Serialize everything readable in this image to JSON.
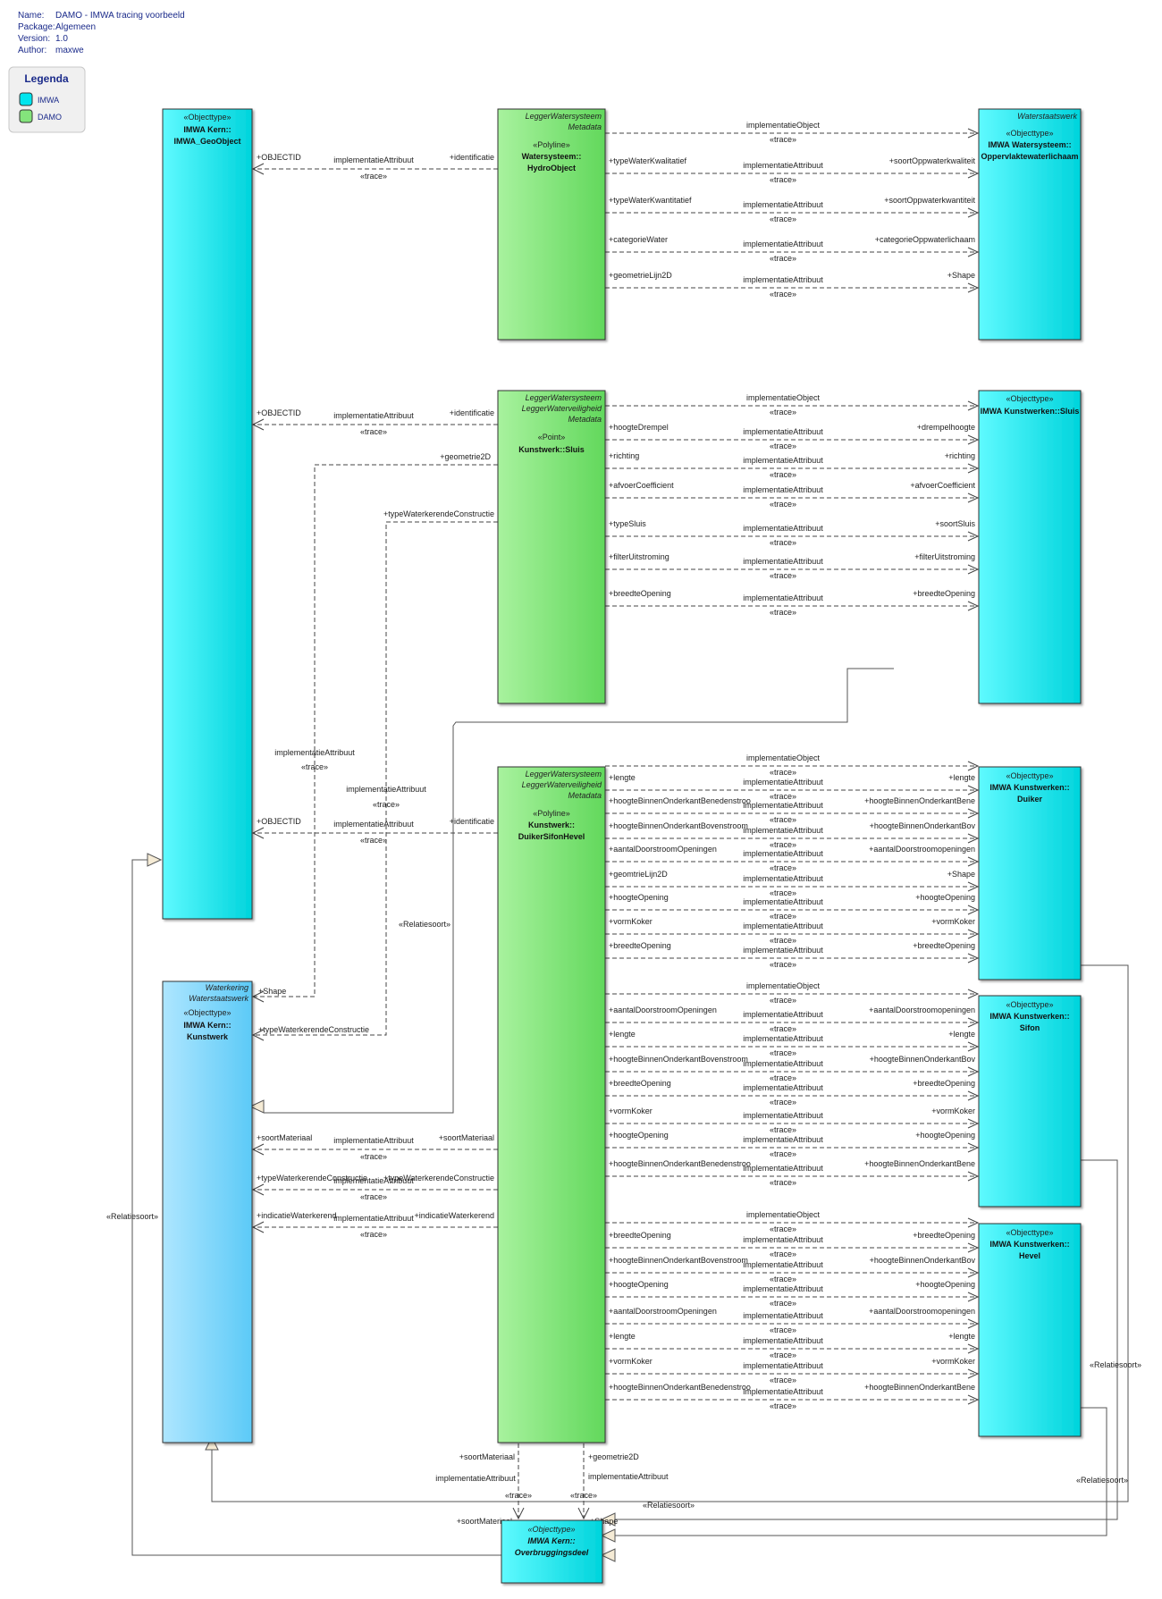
{
  "header": {
    "rows": [
      {
        "key": "Name:",
        "value": "DAMO - IMWA tracing voorbeeld"
      },
      {
        "key": "Package:",
        "value": "Algemeen"
      },
      {
        "key": "Version:",
        "value": "1.0"
      },
      {
        "key": "Author:",
        "value": "maxwe"
      }
    ]
  },
  "legend": {
    "title": "Legenda",
    "items": [
      {
        "label": "IMWA",
        "color": "#00e5ee"
      },
      {
        "label": "DAMO",
        "color": "#84e47c"
      }
    ]
  },
  "colors": {
    "imwa": "#00e5ee",
    "damo": "#84e47c",
    "kunstwerk": "#7fd3ff",
    "line": "#333333"
  },
  "classes": {
    "geoobject": {
      "stereo": "«Objecttype»",
      "name1": "IMWA Kern::",
      "name2": "IMWA_GeoObject"
    },
    "kunstwerk": {
      "tags": [
        "Waterkering",
        "Waterstaatswerk"
      ],
      "stereo": "«Objecttype»",
      "name1": "IMWA Kern::",
      "name2": "Kunstwerk"
    },
    "hydro": {
      "tags": [
        "LeggerWatersysteem",
        "Metadata"
      ],
      "stereo": "«Polyline»",
      "name1": "Watersysteem::",
      "name2": "HydroObject"
    },
    "sluis_damo": {
      "tags": [
        "LeggerWatersysteem",
        "LeggerWaterveiligheid",
        "Metadata"
      ],
      "stereo": "«Point»",
      "name1": "Kunstwerk::Sluis",
      "name2": ""
    },
    "duikerhevel": {
      "tags": [
        "LeggerWatersysteem",
        "LeggerWaterveiligheid",
        "Metadata"
      ],
      "stereo": "«Polyline»",
      "name1": "Kunstwerk::",
      "name2": "DuikerSifonHevel"
    },
    "owl": {
      "tags": [
        "Waterstaatswerk"
      ],
      "stereo": "«Objecttype»",
      "name1": "IMWA Watersysteem::",
      "name2": "Oppervlaktewaterlichaam"
    },
    "sluis_imwa": {
      "stereo": "«Objecttype»",
      "name1": "IMWA Kunstwerken::Sluis",
      "name2": ""
    },
    "duiker": {
      "stereo": "«Objecttype»",
      "name1": "IMWA Kunstwerken::",
      "name2": "Duiker"
    },
    "sifon": {
      "stereo": "«Objecttype»",
      "name1": "IMWA Kunstwerken::",
      "name2": "Sifon"
    },
    "hevel": {
      "stereo": "«Objecttype»",
      "name1": "IMWA Kunstwerken::",
      "name2": "Hevel"
    },
    "overbrugging": {
      "stereo": "«Objecttype»",
      "name1": "IMWA Kern::",
      "name2": "Overbruggingsdeel"
    }
  },
  "common": {
    "impl_object": "implementatieObject",
    "impl_attr": "implementatieAttribuut",
    "trace": "«trace»",
    "relatiesoort": "«Relatiesoort»"
  },
  "links": {
    "hydro_right": [
      {
        "src": "",
        "tgt": ""
      },
      {
        "src": "+typeWaterKwalitatief",
        "tgt": "+soortOppwaterkwaliteit"
      },
      {
        "src": "+typeWaterKwantitatief",
        "tgt": "+soortOppwaterkwantiteit"
      },
      {
        "src": "+categorieWater",
        "tgt": "+categorieOppwaterlichaam"
      },
      {
        "src": "+geometrieLijn2D",
        "tgt": "+Shape"
      }
    ],
    "sluis_right": [
      {
        "src": "",
        "tgt": ""
      },
      {
        "src": "+hoogteDrempel",
        "tgt": "+drempelhoogte"
      },
      {
        "src": "+richting",
        "tgt": "+richting"
      },
      {
        "src": "+afvoerCoefficient",
        "tgt": "+afvoerCoefficient"
      },
      {
        "src": "+typeSluis",
        "tgt": "+soortSluis"
      },
      {
        "src": "+filterUitstroming",
        "tgt": "+filterUitstroming"
      },
      {
        "src": "+breedteOpening",
        "tgt": "+breedteOpening"
      }
    ],
    "duiker_right": [
      {
        "src": "",
        "tgt": ""
      },
      {
        "src": "+lengte",
        "tgt": "+lengte"
      },
      {
        "src": "+hoogteBinnenOnderkantBenedenstroo",
        "tgt": "+hoogteBinnenOnderkantBene"
      },
      {
        "src": "+hoogteBinnenOnderkantBovenstroom",
        "tgt": "+hoogteBinnenOnderkantBov"
      },
      {
        "src": "+aantalDoorstroomOpeningen",
        "tgt": "+aantalDoorstroomopeningen"
      },
      {
        "src": "+geomtrieLijn2D",
        "tgt": "+Shape"
      },
      {
        "src": "+hoogteOpening",
        "tgt": "+hoogteOpening"
      },
      {
        "src": "+vormKoker",
        "tgt": "+vormKoker"
      },
      {
        "src": "+breedteOpening",
        "tgt": "+breedteOpening"
      }
    ],
    "sifon_right": [
      {
        "src": "",
        "tgt": ""
      },
      {
        "src": "+aantalDoorstroomOpeningen",
        "tgt": "+aantalDoorstroomopeningen"
      },
      {
        "src": "+lengte",
        "tgt": "+lengte"
      },
      {
        "src": "+hoogteBinnenOnderkantBovenstroom",
        "tgt": "+hoogteBinnenOnderkantBov"
      },
      {
        "src": "+breedteOpening",
        "tgt": "+breedteOpening"
      },
      {
        "src": "+vormKoker",
        "tgt": "+vormKoker"
      },
      {
        "src": "+hoogteOpening",
        "tgt": "+hoogteOpening"
      },
      {
        "src": "+hoogteBinnenOnderkantBenedenstroo",
        "tgt": "+hoogteBinnenOnderkantBene"
      }
    ],
    "hevel_right": [
      {
        "src": "",
        "tgt": ""
      },
      {
        "src": "+breedteOpening",
        "tgt": "+breedteOpening"
      },
      {
        "src": "+hoogteBinnenOnderkantBovenstroom",
        "tgt": "+hoogteBinnenOnderkantBov"
      },
      {
        "src": "+hoogteOpening",
        "tgt": "+hoogteOpening"
      },
      {
        "src": "+aantalDoorstroomOpeningen",
        "tgt": "+aantalDoorstroomopeningen"
      },
      {
        "src": "+lengte",
        "tgt": "+lengte"
      },
      {
        "src": "+vormKoker",
        "tgt": "+vormKoker"
      },
      {
        "src": "+hoogteBinnenOnderkantBenedenstroo",
        "tgt": "+hoogteBinnenOnderkantBene"
      }
    ],
    "left_links": [
      {
        "src": "+identificatie",
        "tgt": "+OBJECTID"
      },
      {
        "src": "+identificatie",
        "tgt": "+OBJECTID"
      },
      {
        "src": "+identificatie",
        "tgt": "+OBJECTID"
      },
      {
        "src": "+soortMateriaal",
        "tgt": "+soortMateriaal"
      },
      {
        "src": "+typeWaterkerendeConstructie",
        "tgt": "+typeWaterkerendeConstructie"
      },
      {
        "src": "+indicatieWaterkerend",
        "tgt": "+indicatieWaterkerend"
      }
    ],
    "elbows": [
      {
        "src": "+geometrie2D",
        "tgt": "+Shape"
      },
      {
        "src": "+typeWaterkerendeConstructie",
        "tgt": "+typeWaterkerendeConstructie"
      }
    ],
    "bottom": [
      {
        "src": "+soortMateriaal",
        "tgt": "+soortMateriaal"
      },
      {
        "src": "+geometrie2D",
        "tgt": "+Shape"
      }
    ]
  }
}
